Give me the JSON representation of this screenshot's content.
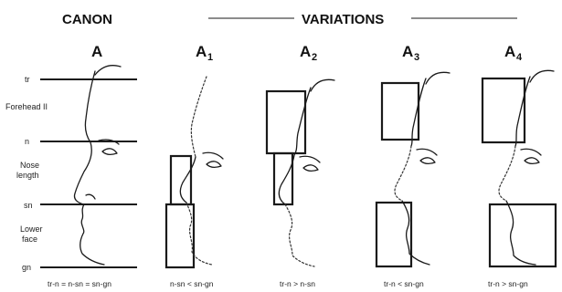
{
  "headers": {
    "canon": "CANON",
    "variations": "VARIATIONS"
  },
  "side_labels": {
    "tr": "tr",
    "forehead": "Forehead II",
    "n": "n",
    "nose_line1": "Nose",
    "nose_line2": "length",
    "sn": "sn",
    "lower_line1": "Lower",
    "lower_line2": "face",
    "gn": "gn"
  },
  "panels": [
    {
      "letter": "A",
      "sub": "",
      "formula": "tr-n = n-sn = sn-gn"
    },
    {
      "letter": "A",
      "sub": "1",
      "formula": "n-sn < sn-gn"
    },
    {
      "letter": "A",
      "sub": "2",
      "formula": "tr-n > n-sn"
    },
    {
      "letter": "A",
      "sub": "3",
      "formula": "tr-n < sn-gn"
    },
    {
      "letter": "A",
      "sub": "4",
      "formula": "tr-n > sn-gn"
    }
  ]
}
